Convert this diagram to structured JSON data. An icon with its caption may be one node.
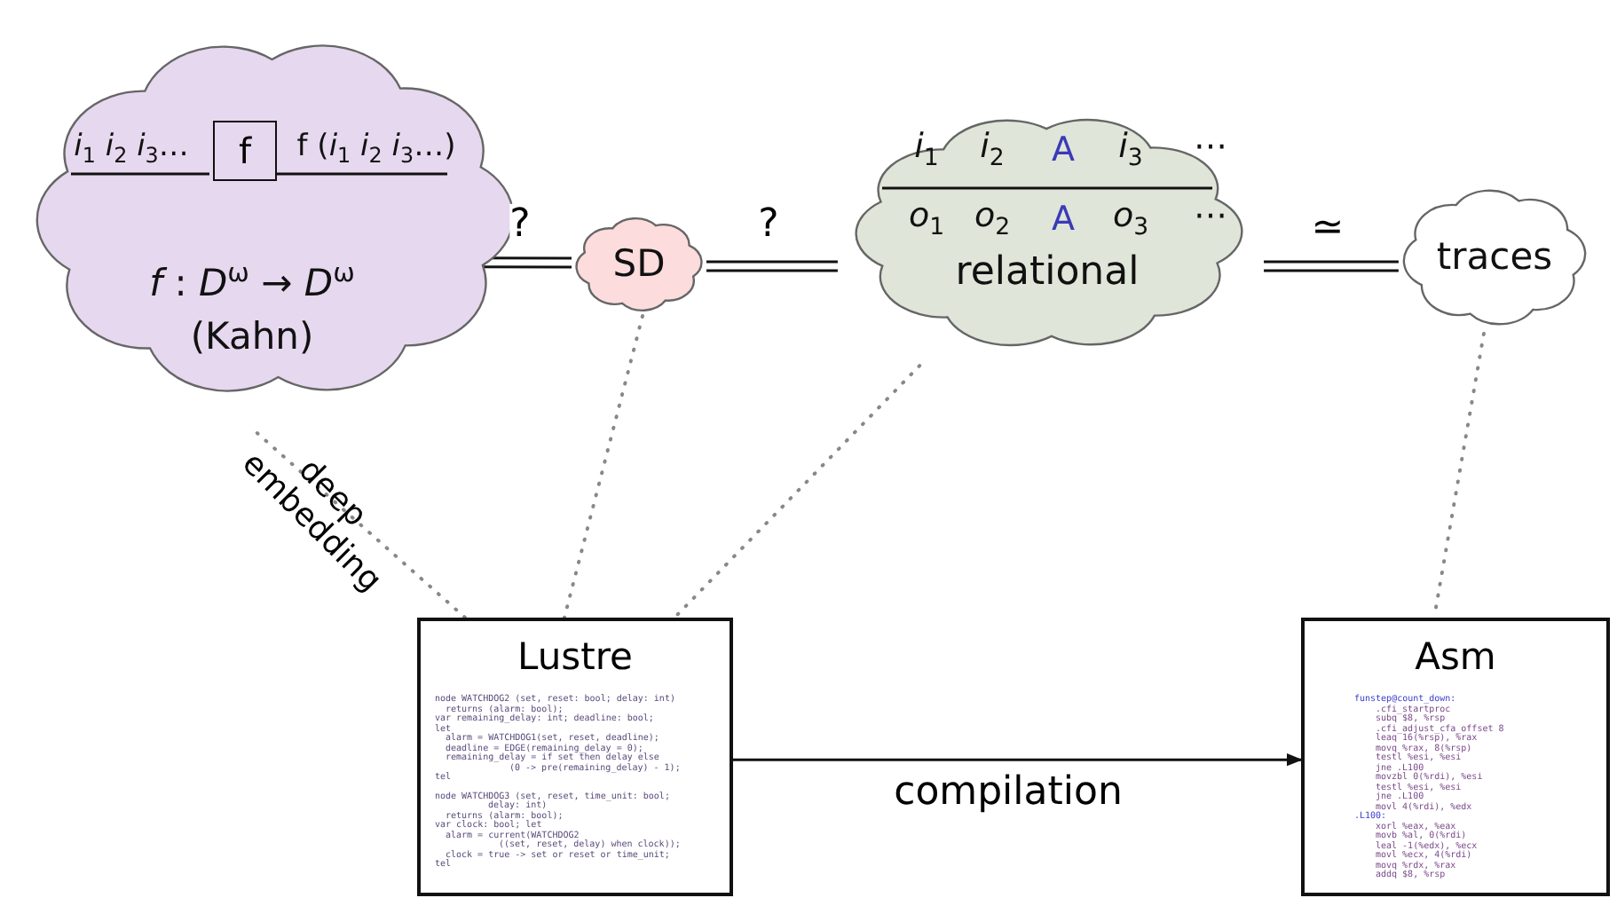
{
  "diagram": {
    "nodes": [
      {
        "text": [
          "*i*$_{1}$ *i*$_{2}$ *i*$_{3}$…",
          "f (*i*$_{1}$ *i*$_{2}$ *i*$_{3}$…)",
          "*f* : *D*$^{ω}$ → *D*$^{ω}$",
          "(Kahn)"
        ]
      },
      {
        "text": [
          "f"
        ],
        "in": 0
      },
      {
        "text": [
          "SD"
        ]
      },
      {
        "text": [
          "*i*$_{1}$",
          "*i*$_{2}$",
          "A",
          "*i*$_{3}$",
          "⋯",
          "*o*$_{1}$",
          "*o*$_{2}$",
          "A",
          "*o*$_{3}$",
          "⋯",
          "relational"
        ]
      },
      {
        "text": [
          "traces"
        ]
      },
      {
        "text": [
          "Lustre",
          "node WATCHDOG2 (set, reset: bool; delay: int)",
          "returns (alarm: bool);",
          "var remaining_delay: int; deadline: bool;",
          "let",
          "alarm = WATCHDOG1(set, reset, deadline);",
          "deadline = EDGE(remaining_delay = 0);",
          "remaining_delay = if set then delay else",
          "(0 -> pre(remaining_delay) - 1);",
          "tel",
          "node WATCHDOG3 (set, reset, time_unit: bool;",
          "delay: int)",
          "returns (alarm: bool);",
          "var clock: bool; let",
          "alarm = current(WATCHDOG2",
          "((set, reset, delay) when clock));",
          "clock = true -> set or reset or time_unit;",
          "tel"
        ]
      },
      {
        "text": [
          "Asm",
          "funstep@count_down:",
          ".cfi_startproc",
          "subq $8, %rsp",
          ".cfi_adjust_cfa_offset 8",
          "leaq 16(%rsp), %rax",
          "movq %rax, 8(%rsp)",
          "testl %esi, %esi",
          "jne .L100",
          "movzbl 0(%rdi), %esi",
          "testl %esi, %esi",
          "jne .L100",
          "movl 4(%rdi), %edx",
          ".L100:",
          "xorl %eax, %eax",
          "movb %al, 0(%rdi)",
          "leal -1(%edx), %ecx",
          "movl %ecx, 4(%rdi)",
          "movq %rdx, %rax",
          "addq $8, %rsp"
        ]
      }
    ],
    "edges": [
      {
        "from": 0,
        "to": 2,
        "arrow": "none",
        "label": "?"
      },
      {
        "from": 2,
        "to": 3,
        "arrow": "none",
        "label": "?"
      },
      {
        "from": 3,
        "to": 4,
        "arrow": "none",
        "label": "≃"
      },
      {
        "from": 0,
        "to": 5,
        "arrow": "none",
        "label": "deep embedding",
        "style": "dashed",
        "color": "#888888"
      },
      {
        "from": 2,
        "to": 5,
        "arrow": "none",
        "style": "dashed",
        "color": "#888888"
      },
      {
        "from": 3,
        "to": 5,
        "arrow": "none",
        "style": "dashed",
        "color": "#888888"
      },
      {
        "from": 4,
        "to": 6,
        "arrow": "none",
        "style": "dashed",
        "color": "#888888"
      },
      {
        "from": 5,
        "to": 6,
        "arrow": "to",
        "label": "compilation"
      }
    ]
  }
}
